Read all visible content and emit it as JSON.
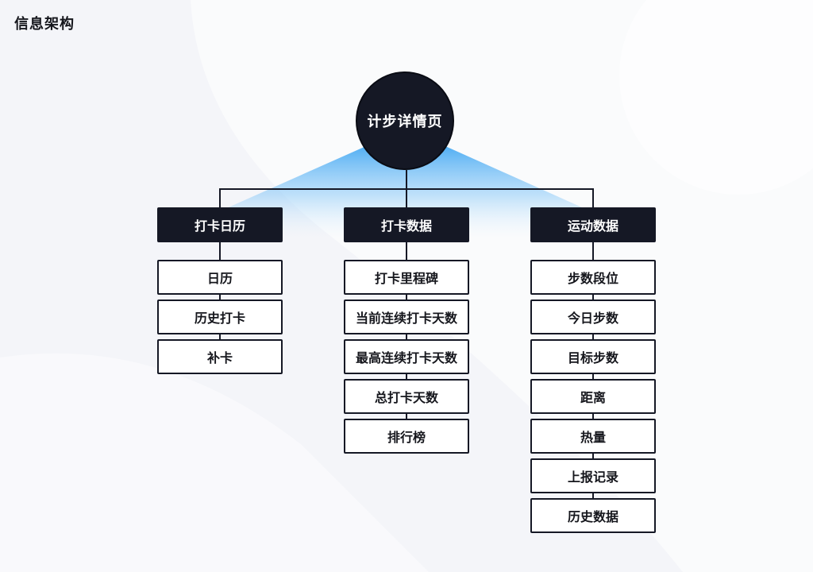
{
  "page": {
    "title": "信息架构"
  },
  "diagram": {
    "root": "计步详情页",
    "categories": [
      {
        "label": "打卡日历",
        "items": [
          "日历",
          "历史打卡",
          "补卡"
        ]
      },
      {
        "label": "打卡数据",
        "items": [
          "打卡里程碑",
          "当前连续打卡天数",
          "最高连续打卡天数",
          "总打卡天数",
          "排行榜"
        ]
      },
      {
        "label": "运动数据",
        "items": [
          "步数段位",
          "今日步数",
          "目标步数",
          "距离",
          "热量",
          "上报记录",
          "历史数据"
        ]
      }
    ]
  },
  "colors": {
    "node_dark": "#151825",
    "node_light": "#ffffff",
    "background": "#f4f5f9",
    "glow": "#5ab4f5"
  }
}
